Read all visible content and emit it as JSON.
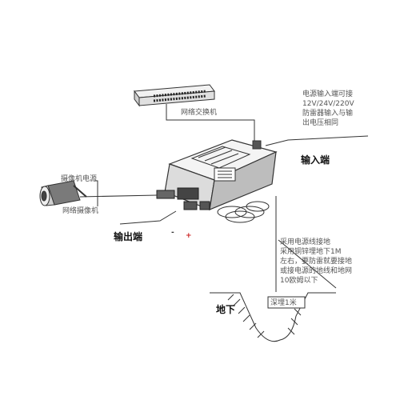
{
  "labels": {
    "switch": "网络交换机",
    "camera_power": "摄像机电源",
    "camera": "网络摄像机",
    "input": "输入端",
    "output": "输出端",
    "underground": "地下",
    "depth": "深埋1米"
  },
  "power_note": [
    "电源输入端可接",
    "12V/24V/220V",
    "防雷器输入与输",
    "出电压相同"
  ],
  "ground_note": [
    "采用电源线接地",
    "采用铜锌埋地下1M",
    "左右，要防雷就要接地",
    "或接电源的地线和地网",
    "10欧姆以下"
  ],
  "polarity": {
    "minus": "-",
    "plus": "+"
  },
  "colors": {
    "line": "#333333",
    "plus": "#cc2222"
  }
}
